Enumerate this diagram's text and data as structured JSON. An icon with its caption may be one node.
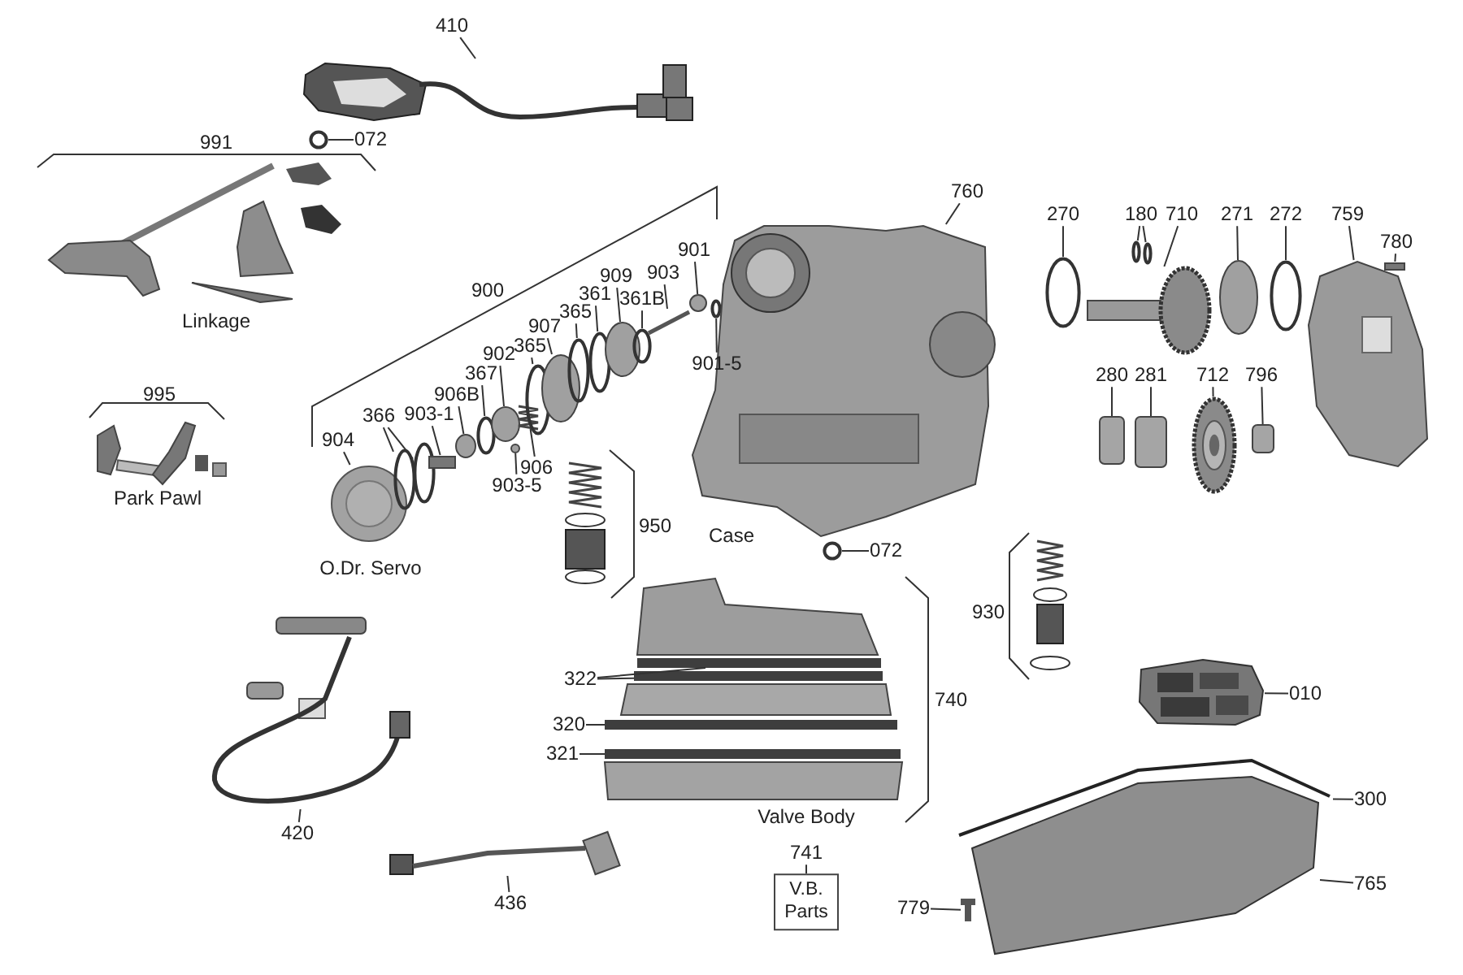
{
  "diagram": {
    "nodes": [
      {
        "text": [
          "410"
        ]
      },
      {
        "text": [
          "072"
        ]
      },
      {
        "text": [
          "901"
        ]
      },
      {
        "text": [
          "903"
        ]
      },
      {
        "text": [
          "361B"
        ]
      },
      {
        "text": [
          "909"
        ]
      },
      {
        "text": [
          "361"
        ]
      },
      {
        "text": [
          "365"
        ]
      },
      {
        "text": [
          "907"
        ]
      },
      {
        "text": [
          "365"
        ]
      },
      {
        "text": [
          "902"
        ]
      },
      {
        "text": [
          "367"
        ]
      },
      {
        "text": [
          "906B"
        ]
      },
      {
        "text": [
          "903-1"
        ]
      },
      {
        "text": [
          "366"
        ]
      },
      {
        "text": [
          "904"
        ]
      },
      {
        "text": [
          "906"
        ]
      },
      {
        "text": [
          "903-5"
        ]
      },
      {
        "text": [
          "901-5"
        ]
      },
      {
        "text": [
          "760"
        ]
      },
      {
        "text": [
          "270"
        ]
      },
      {
        "text": [
          "180"
        ]
      },
      {
        "text": [
          "710"
        ]
      },
      {
        "text": [
          "271"
        ]
      },
      {
        "text": [
          "272"
        ]
      },
      {
        "text": [
          "759"
        ]
      },
      {
        "text": [
          "780"
        ]
      },
      {
        "text": [
          "280"
        ]
      },
      {
        "text": [
          "281"
        ]
      },
      {
        "text": [
          "712"
        ]
      },
      {
        "text": [
          "796"
        ]
      },
      {
        "text": [
          "072"
        ]
      },
      {
        "text": [
          "322"
        ]
      },
      {
        "text": [
          "320"
        ]
      },
      {
        "text": [
          "321"
        ]
      },
      {
        "text": [
          "010"
        ]
      },
      {
        "text": [
          "300"
        ]
      },
      {
        "text": [
          "765"
        ]
      },
      {
        "text": [
          "420"
        ]
      },
      {
        "text": [
          "436"
        ]
      },
      {
        "text": [
          "741"
        ]
      },
      {
        "text": [
          "V.B. Parts"
        ]
      },
      {
        "text": [
          "779"
        ]
      },
      {
        "text": [],
        "shape": "picture"
      },
      {
        "text": [],
        "shape": "circle"
      },
      {
        "text": [],
        "shape": "circle"
      },
      {
        "text": [],
        "shape": "circle"
      },
      {
        "text": [],
        "shape": "circle"
      },
      {
        "text": [],
        "shape": "box"
      },
      {
        "text": [],
        "shape": "circle"
      },
      {
        "text": [],
        "shape": "circle"
      },
      {
        "text": [],
        "shape": "circle"
      },
      {
        "text": [],
        "shape": "circle"
      },
      {
        "text": [],
        "shape": "picture"
      },
      {
        "text": [],
        "shape": "circle"
      },
      {
        "text": [],
        "shape": "circle"
      },
      {
        "text": [],
        "shape": "circle"
      },
      {
        "text": [],
        "shape": "circle"
      },
      {
        "text": [],
        "shape": "circle"
      },
      {
        "text": [],
        "shape": "circle"
      },
      {
        "text": [],
        "shape": "picture"
      },
      {
        "text": [],
        "shape": "circle"
      },
      {
        "text": [],
        "shape": "circle"
      },
      {
        "text": [],
        "shape": "picture"
      },
      {
        "text": [],
        "shape": "circle"
      },
      {
        "text": [],
        "shape": "circle"
      },
      {
        "text": [],
        "shape": "circle"
      },
      {
        "text": [],
        "shape": "picture"
      },
      {
        "text": [],
        "shape": "circle"
      },
      {
        "text": [],
        "shape": "circle"
      },
      {
        "text": [],
        "shape": "picture"
      },
      {
        "text": [],
        "shape": "box"
      },
      {
        "text": [],
        "shape": "box"
      },
      {
        "text": [],
        "shape": "box"
      },
      {
        "text": [],
        "shape": "picture"
      },
      {
        "text": [],
        "shape": "box"
      },
      {
        "text": [],
        "shape": "circle"
      },
      {
        "text": [],
        "shape": "bar"
      },
      {
        "text": [],
        "shape": "bar"
      },
      {
        "text": [],
        "shape": "bar"
      },
      {
        "text": [],
        "shape": "bar"
      },
      {
        "text": [],
        "shape": "picture"
      },
      {
        "text": [],
        "shape": "picture"
      },
      {
        "text": [],
        "shape": "picture"
      },
      {
        "text": [],
        "shape": "picture"
      },
      {
        "text": [],
        "shape": "picture"
      },
      {
        "text": [],
        "shape": "picture"
      }
    ],
    "edges": [
      {
        "from": 0,
        "to": 43,
        "arrow": "none"
      },
      {
        "from": 1,
        "to": 44,
        "arrow": "none"
      },
      {
        "from": 2,
        "to": 61,
        "arrow": "none"
      },
      {
        "from": 3,
        "to": 60,
        "arrow": "none"
      },
      {
        "from": 4,
        "to": 59,
        "arrow": "none"
      },
      {
        "from": 5,
        "to": 58,
        "arrow": "none"
      },
      {
        "from": 6,
        "to": 57,
        "arrow": "none"
      },
      {
        "from": 7,
        "to": 56,
        "arrow": "none"
      },
      {
        "from": 8,
        "to": 55,
        "arrow": "none"
      },
      {
        "from": 9,
        "to": 54,
        "arrow": "none"
      },
      {
        "from": 10,
        "to": 51,
        "arrow": "none"
      },
      {
        "from": 11,
        "to": 50,
        "arrow": "none"
      },
      {
        "from": 12,
        "to": 49,
        "arrow": "none"
      },
      {
        "from": 13,
        "to": 48,
        "arrow": "none"
      },
      {
        "from": 14,
        "to": 46,
        "arrow": "none"
      },
      {
        "from": 14,
        "to": 47,
        "arrow": "none"
      },
      {
        "from": 15,
        "to": 45,
        "arrow": "none"
      },
      {
        "from": 16,
        "to": 53,
        "arrow": "none"
      },
      {
        "from": 17,
        "to": 52,
        "arrow": "none"
      },
      {
        "from": 18,
        "to": 62,
        "arrow": "none"
      },
      {
        "from": 19,
        "to": 63,
        "arrow": "none"
      },
      {
        "from": 20,
        "to": 64,
        "arrow": "none"
      },
      {
        "from": 21,
        "to": 65,
        "arrow": "none"
      },
      {
        "from": 21,
        "to": 66,
        "arrow": "none"
      },
      {
        "from": 22,
        "to": 67,
        "arrow": "none"
      },
      {
        "from": 23,
        "to": 68,
        "arrow": "none"
      },
      {
        "from": 24,
        "to": 69,
        "arrow": "none"
      },
      {
        "from": 25,
        "to": 70,
        "arrow": "none"
      },
      {
        "from": 26,
        "to": 71,
        "arrow": "none"
      },
      {
        "from": 27,
        "to": 72,
        "arrow": "none"
      },
      {
        "from": 28,
        "to": 73,
        "arrow": "none"
      },
      {
        "from": 29,
        "to": 74,
        "arrow": "none"
      },
      {
        "from": 30,
        "to": 75,
        "arrow": "none"
      },
      {
        "from": 31,
        "to": 76,
        "arrow": "none"
      },
      {
        "from": 32,
        "to": 77,
        "arrow": "none"
      },
      {
        "from": 32,
        "to": 78,
        "arrow": "none"
      },
      {
        "from": 33,
        "to": 79,
        "arrow": "none"
      },
      {
        "from": 34,
        "to": 80,
        "arrow": "none"
      },
      {
        "from": 35,
        "to": 81,
        "arrow": "none"
      },
      {
        "from": 36,
        "to": 82,
        "arrow": "none"
      },
      {
        "from": 37,
        "to": 83,
        "arrow": "none"
      },
      {
        "from": 38,
        "to": 84,
        "arrow": "none"
      },
      {
        "from": 39,
        "to": 85,
        "arrow": "none"
      },
      {
        "from": 40,
        "to": 41,
        "arrow": "none"
      },
      {
        "from": 42,
        "to": 86,
        "arrow": "none"
      }
    ],
    "labels": [
      "991",
      "Linkage",
      "995",
      "Park Pawl",
      "900",
      "O.Dr. Servo",
      "950",
      "Case",
      "930",
      "740",
      "Valve Body"
    ]
  }
}
